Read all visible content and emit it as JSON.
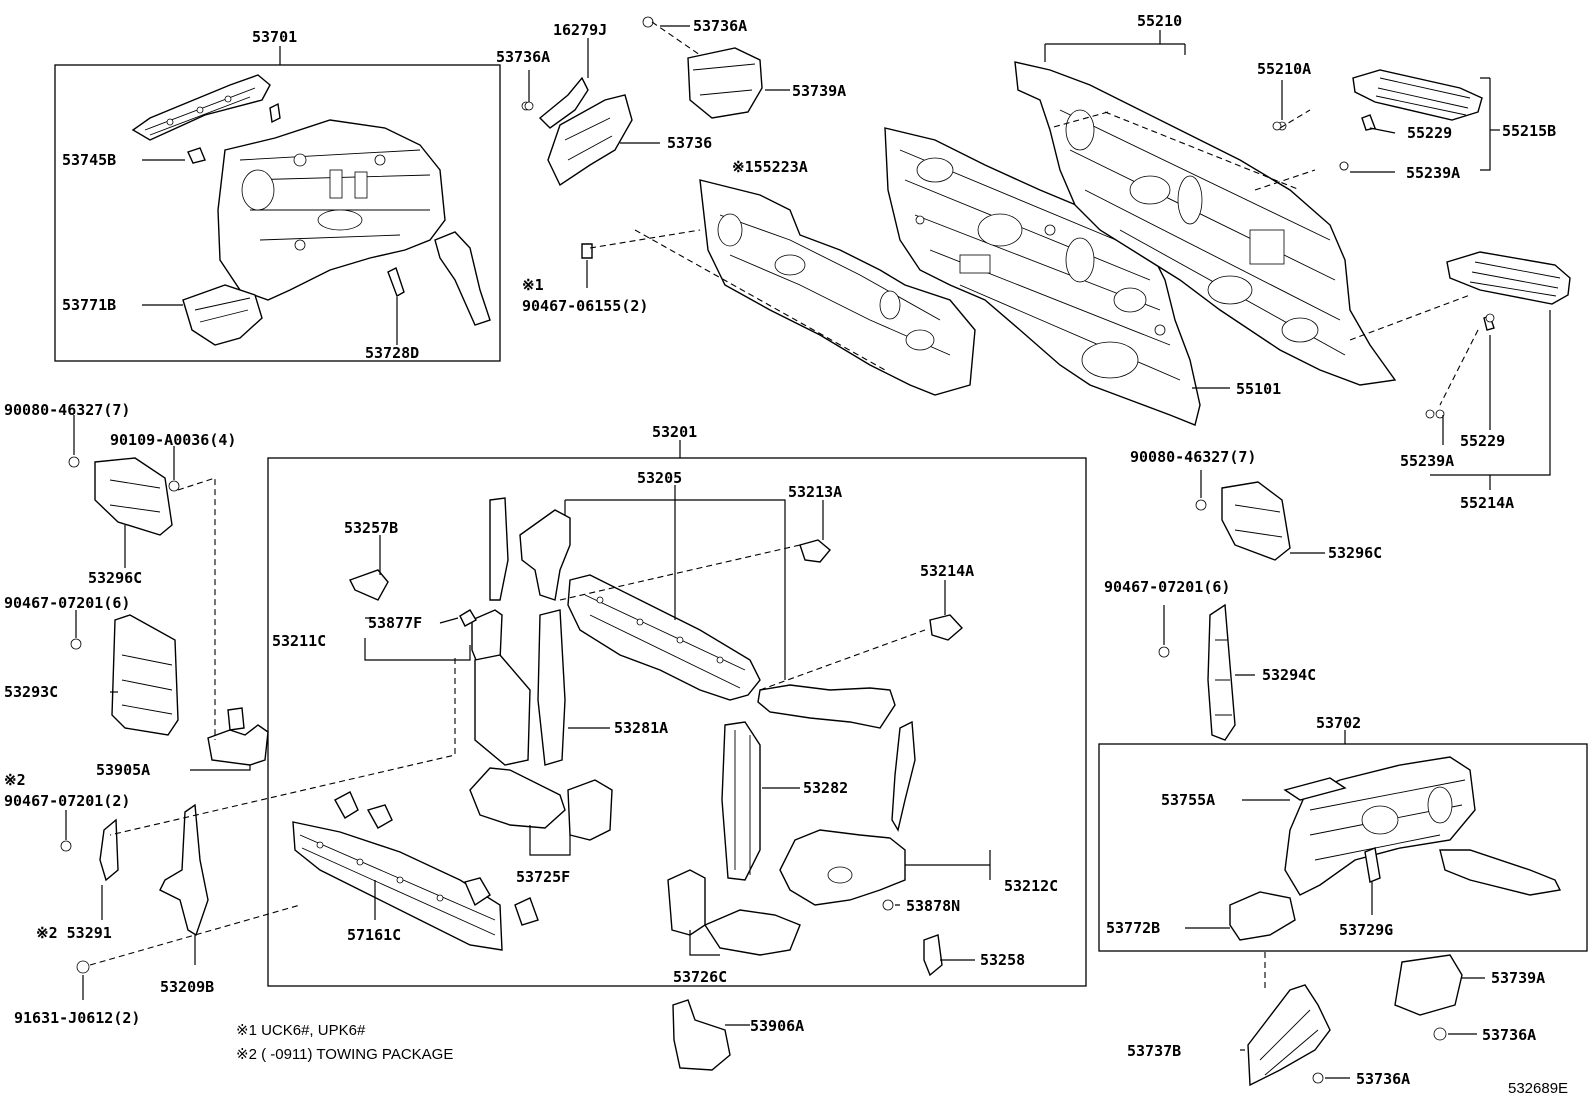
{
  "labels": {
    "p53701": "53701",
    "p53745B": "53745B",
    "p53771B": "53771B",
    "p53728D": "53728D",
    "p53736A_top": "53736A",
    "p16279J": "16279J",
    "p53736A_top2": "53736A",
    "p53739A_top": "53739A",
    "p53736": "53736",
    "p55223A": "※155223A",
    "p_note1_mark": "※1",
    "p90467_06155": "90467-06155(2)",
    "p55210": "55210",
    "p55210A": "55210A",
    "p55229_a": "55229",
    "p55215B": "55215B",
    "p55239A_a": "55239A",
    "p55101": "55101",
    "p55229_b": "55229",
    "p55239A_b": "55239A",
    "p55214A": "55214A",
    "p90080_46327_l": "90080-46327(7)",
    "p90109_A0036": "90109-A0036(4)",
    "p53296C_l": "53296C",
    "p90467_07201_6l": "90467-07201(6)",
    "p53293C": "53293C",
    "p53905A": "53905A",
    "p_note2_mark": "※2",
    "p90467_07201_2": "90467-07201(2)",
    "p53291": "※2 53291",
    "p53209B": "53209B",
    "p91631_J0612": "91631-J0612(2)",
    "p53201": "53201",
    "p53205": "53205",
    "p53213A": "53213A",
    "p53257B": "53257B",
    "p53214A": "53214A",
    "p53877F": "53877F",
    "p53211C": "53211C",
    "p53281A": "53281A",
    "p53282": "53282",
    "p53725F": "53725F",
    "p53212C": "53212C",
    "p53878N": "53878N",
    "p57161C": "57161C",
    "p53258": "53258",
    "p53726C": "53726C",
    "p53906A": "53906A",
    "p90080_46327_r": "90080-46327(7)",
    "p53296C_r": "53296C",
    "p90467_07201_6r": "90467-07201(6)",
    "p53294C": "53294C",
    "p53702": "53702",
    "p53755A": "53755A",
    "p53772B": "53772B",
    "p53729G": "53729G",
    "p53739A_b": "53739A",
    "p53736A_b1": "53736A",
    "p53737B": "53737B",
    "p53736A_b2": "53736A"
  },
  "notes": {
    "note1": "※1 UCK6#, UPK6#",
    "note2": "※2 (        -0911) TOWING PACKAGE"
  },
  "illustration_id": "532689E"
}
